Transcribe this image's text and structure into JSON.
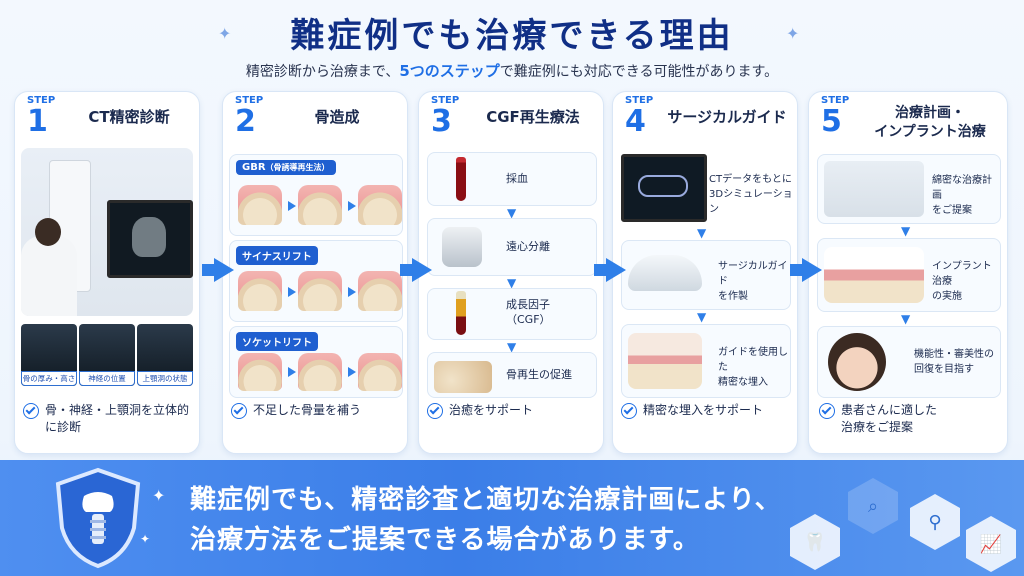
{
  "title": "難症例でも治療できる理由",
  "subtitle": {
    "pre": "精密診断から治療まで、",
    "highlight": "5つのステップ",
    "post": "で難症例にも対応できる可能性があります。"
  },
  "steps": [
    {
      "label": "STEP",
      "num": "1",
      "title": "CT精密診断",
      "scans": [
        "骨の厚み・高さ",
        "神経の位置",
        "上顎洞の状態"
      ],
      "footer": "骨・神経・上顎洞を立体的に診断"
    },
    {
      "label": "STEP",
      "num": "2",
      "title": "骨造成",
      "techniques": [
        {
          "name": "GBR",
          "note": "（骨誘導再生法）"
        },
        {
          "name": "サイナスリフト",
          "note": ""
        },
        {
          "name": "ソケットリフト",
          "note": ""
        }
      ],
      "footer": "不足した骨量を補う"
    },
    {
      "label": "STEP",
      "num": "3",
      "title": "CGF再生療法",
      "items": [
        "採血",
        "遠心分離",
        "成長因子\n（CGF）",
        "骨再生の促進"
      ],
      "footer": "治癒をサポート"
    },
    {
      "label": "STEP",
      "num": "4",
      "title": "サージカルガイド",
      "items": [
        "CTデータをもとに\n3Dシミュレーション",
        "サージカルガイド\nを作製",
        "ガイドを使用した\n精密な埋入"
      ],
      "footer": "精密な埋入をサポート"
    },
    {
      "label": "STEP",
      "num": "5",
      "title": "治療計画・\nインプラント治療",
      "items": [
        "綿密な治療計画\nをご提案",
        "インプラント治療\nの実施",
        "機能性・審美性の\n回復を目指す"
      ],
      "footer": "患者さんに適した\n治療をご提案"
    }
  ],
  "banner": {
    "line1": "難症例でも、精密診査と適切な治療計画により、",
    "line2": "治療方法をご提案できる場合があります。"
  },
  "colors": {
    "accent": "#1f6fe5",
    "title": "#102f86",
    "banner": "#3b7ee8"
  },
  "icons": [
    "shield-implant-icon",
    "search-icon",
    "tooth-icon",
    "implant-icon",
    "chart-icon",
    "check-icon"
  ]
}
